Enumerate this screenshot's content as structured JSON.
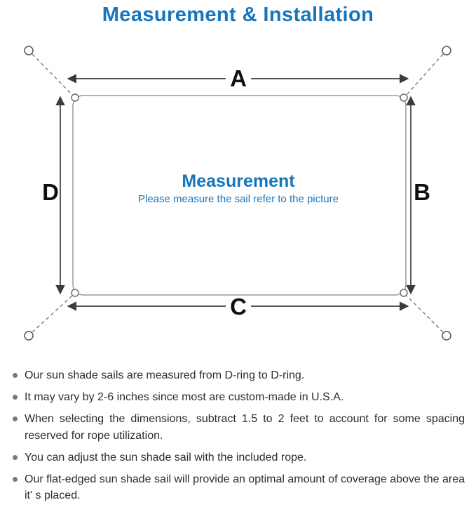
{
  "title": "Measurement & Installation",
  "diagram": {
    "label_a": "A",
    "label_b": "B",
    "label_c": "C",
    "label_d": "D",
    "center_title": "Measurement",
    "center_subtitle": "Please measure the sail refer to the picture"
  },
  "notes": [
    "Our sun shade sails are measured from D-ring to D-ring.",
    "It may vary by 2-6 inches since most are custom-made in U.S.A.",
    "When selecting the dimensions, subtract 1.5 to 2 feet to account for some spacing reserved for rope utilization.",
    "You can adjust the sun shade sail with the included rope.",
    "Our flat-edged sun shade sail will provide an optimal amount of coverage above the area it' s placed."
  ],
  "colors": {
    "accent_blue": "#1576bd",
    "arrow_gray": "#3c3c3c",
    "text_color": "#2d2d2d"
  }
}
